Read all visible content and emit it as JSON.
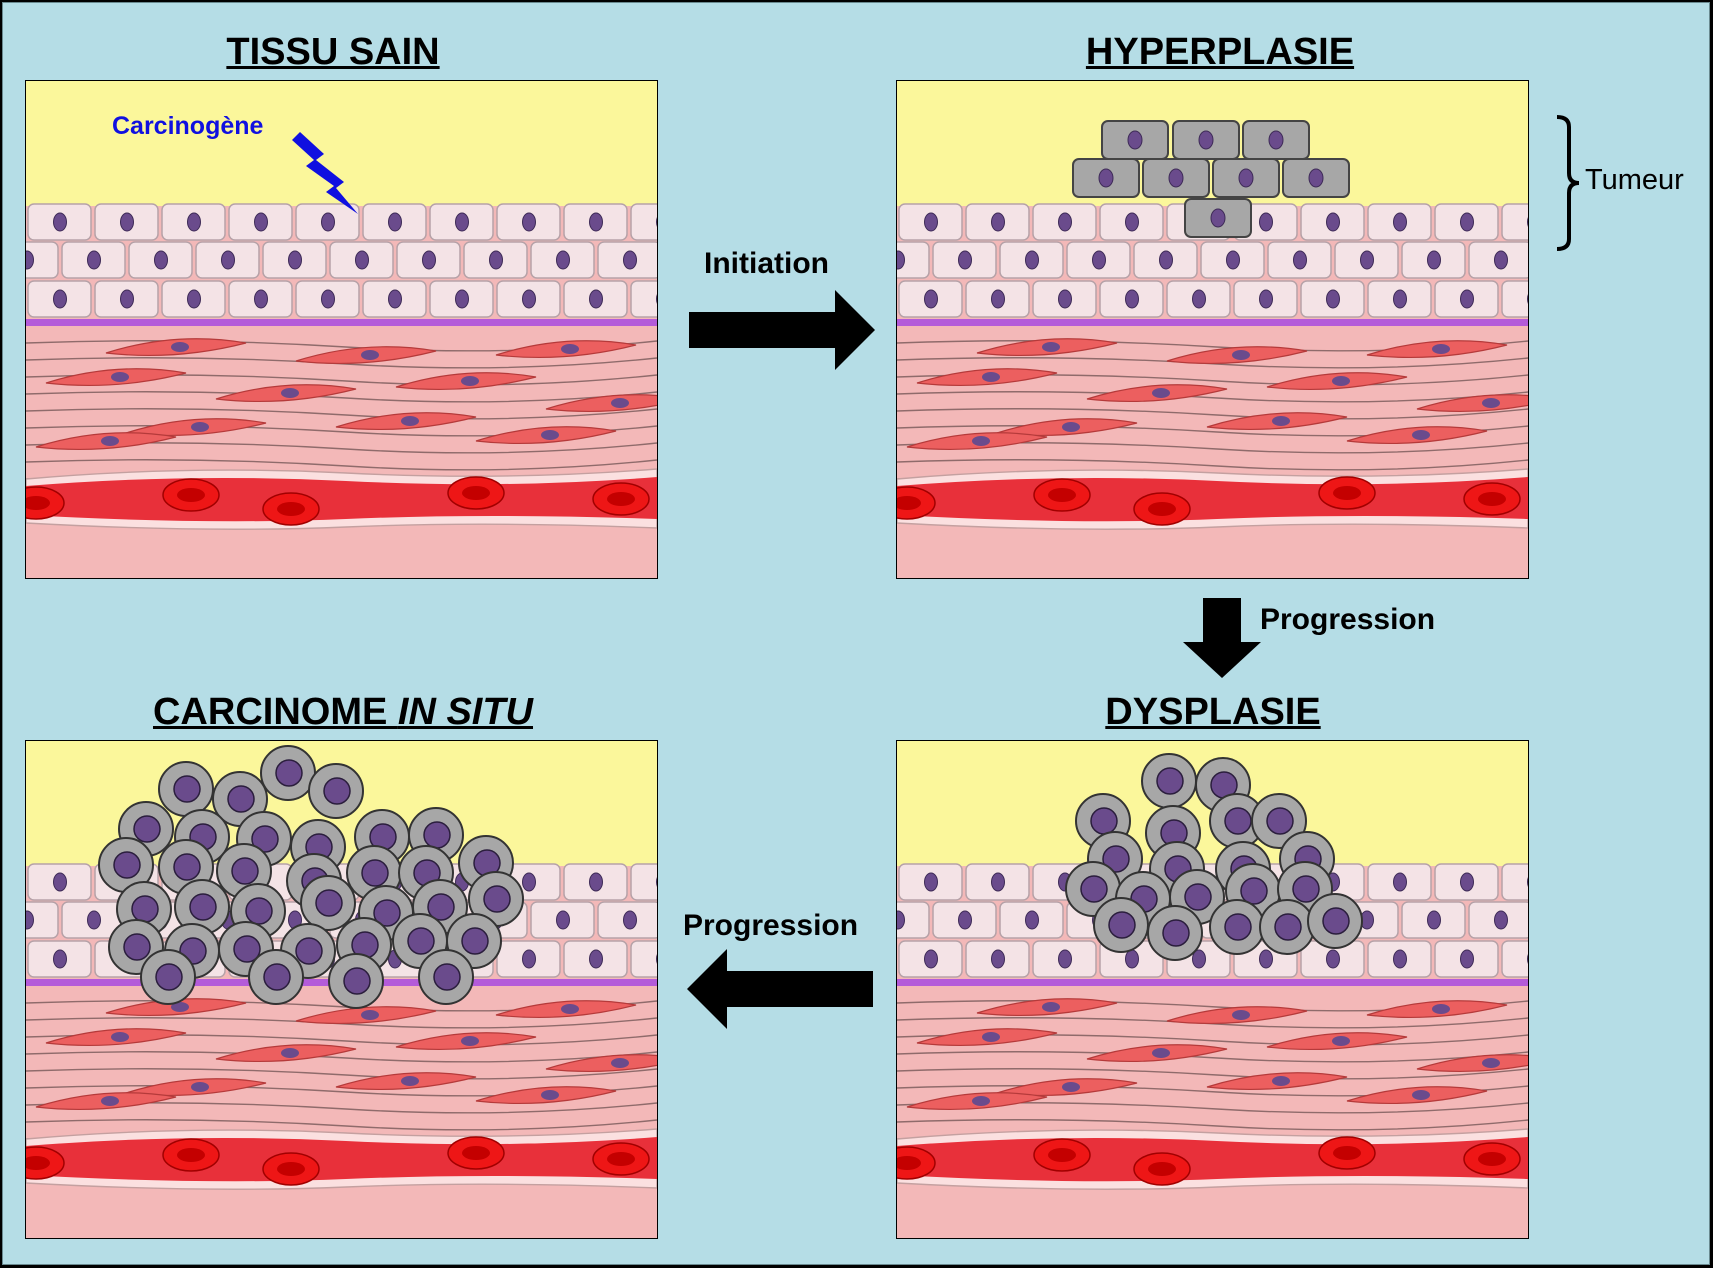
{
  "panels": {
    "healthy": {
      "title": "TISSU SAIN"
    },
    "hyperplasia": {
      "title": "HYPERPLASIE"
    },
    "dysplasia": {
      "title": "DYSPLASIE"
    },
    "carcinoma": {
      "title_main": "CARCINOME ",
      "title_italic": "IN SITU"
    }
  },
  "labels": {
    "carcinogen": "Carcinogène",
    "initiation": "Initiation",
    "progression_1": "Progression",
    "progression_2": "Progression",
    "tumor": "Tumeur"
  },
  "colors": {
    "background": "#b5dde6",
    "lumen": "#fbf79b",
    "epithelial_cell": "#f4e3e6",
    "nucleus": "#6a4b8c",
    "basement_membrane": "#b45bd9",
    "stroma": "#f3b8b8",
    "fibroblast": "#ec5f5f",
    "vessel": "#e8303a",
    "tumor_cell": "#a7a7a7",
    "carcinogen": "#1010e0"
  }
}
